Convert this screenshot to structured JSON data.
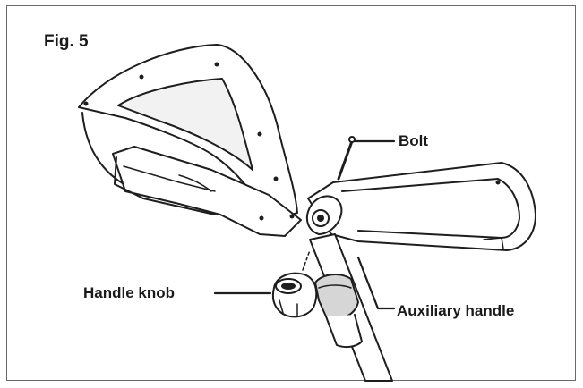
{
  "figure": {
    "label": "Fig. 5"
  },
  "callouts": {
    "bolt": "Bolt",
    "handle_knob": "Handle knob",
    "auxiliary_handle": "Auxiliary handle"
  },
  "colors": {
    "line": "#1e1e1e",
    "fill": "#ffffff",
    "shade": "#d6d6d6",
    "frame": "#6a6a6a"
  }
}
